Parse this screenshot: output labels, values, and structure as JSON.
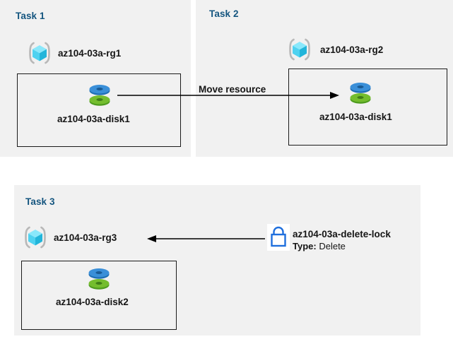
{
  "page": {
    "background": "#ffffff",
    "panel_background": "#f1f1f1",
    "title_color": "#14557f",
    "text_color": "#151515",
    "stroke_color": "#000000",
    "lock_color": "#1f6fdd"
  },
  "panels": [
    {
      "id": "task1",
      "title": "Task 1",
      "resource_group": {
        "icon": "resource-group-icon",
        "label": "az104-03a-rg1"
      },
      "resource": {
        "icon": "managed-disk-icon",
        "label": "az104-03a-disk1"
      }
    },
    {
      "id": "task2",
      "title": "Task 2",
      "resource_group": {
        "icon": "resource-group-icon",
        "label": "az104-03a-rg2"
      },
      "resource": {
        "icon": "managed-disk-icon",
        "label": "az104-03a-disk1"
      }
    },
    {
      "id": "task3",
      "title": "Task 3",
      "resource_group": {
        "icon": "resource-group-icon",
        "label": "az104-03a-rg3"
      },
      "resource": {
        "icon": "managed-disk-icon",
        "label": "az104-03a-disk2"
      },
      "lock": {
        "icon": "lock-icon",
        "label": "az104-03a-delete-lock",
        "type_key": "Type:",
        "type_value": "Delete"
      }
    }
  ],
  "connectors": [
    {
      "id": "move-resource",
      "label": "Move resource",
      "from": "az104-03a-disk1 (Task 1)",
      "to": "az104-03a-disk1 (Task 2)",
      "direction": "right"
    },
    {
      "id": "lock-applies-to",
      "label": "",
      "from": "az104-03a-delete-lock",
      "to": "az104-03a-rg3",
      "direction": "left"
    }
  ]
}
